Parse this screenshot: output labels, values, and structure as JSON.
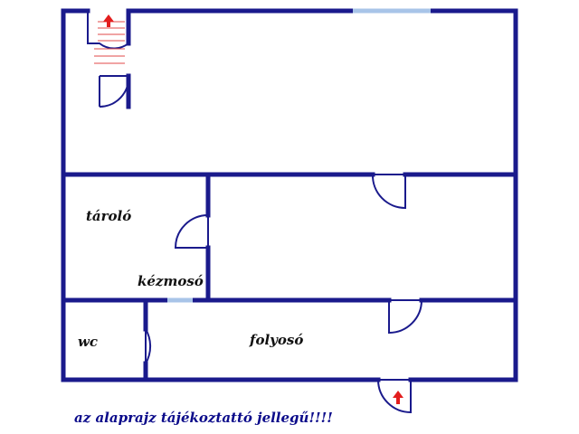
{
  "rooms": {
    "storage": "tároló",
    "washbasin": "kézmosó",
    "wc": "wc",
    "hallway": "folyosó"
  },
  "footer_note": "az alaprajz tájékoztattó jellegű!!!!",
  "colors": {
    "wall": "#1a1a8c",
    "window": "#a8c4e8",
    "stair": "#e24a4a",
    "arrow": "#e31e1e",
    "background": "#ffffff"
  }
}
